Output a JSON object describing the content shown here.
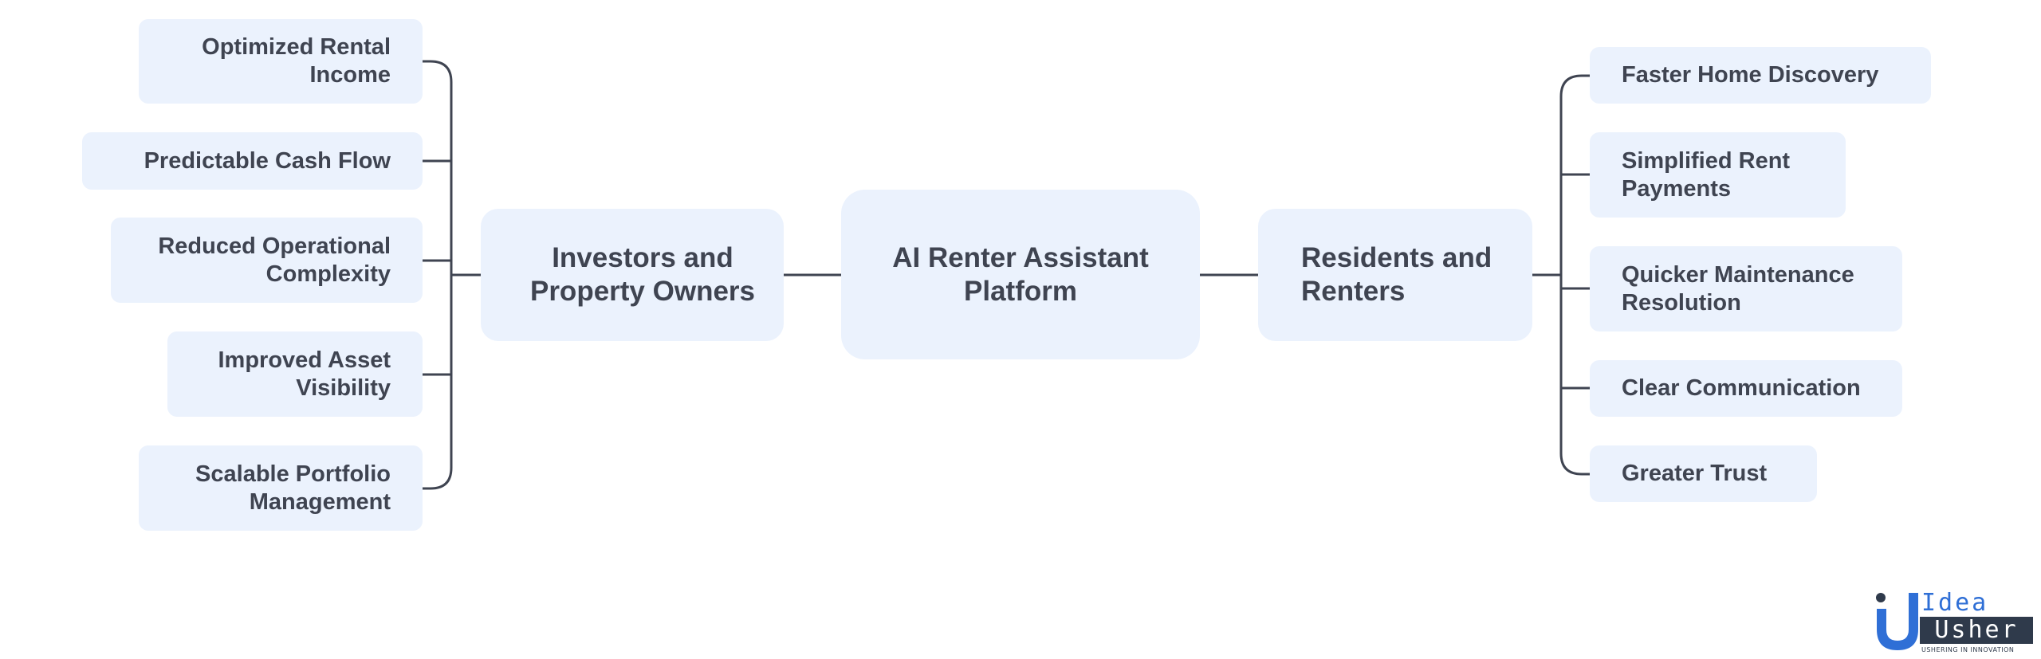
{
  "diagram": {
    "center": {
      "label": "AI Renter Assistant Platform"
    },
    "left_hub": {
      "label": "Investors and Property Owners"
    },
    "right_hub": {
      "label": "Residents and Renters"
    },
    "left_items": [
      {
        "label": "Optimized Rental Income"
      },
      {
        "label": "Predictable Cash Flow"
      },
      {
        "label": "Reduced Operational Complexity"
      },
      {
        "label": "Improved Asset Visibility"
      },
      {
        "label": "Scalable Portfolio Management"
      }
    ],
    "right_items": [
      {
        "label": "Faster Home Discovery"
      },
      {
        "label": "Simplified Rent Payments"
      },
      {
        "label": "Quicker Maintenance Resolution"
      },
      {
        "label": "Clear Communication"
      },
      {
        "label": "Greater Trust"
      }
    ]
  },
  "logo": {
    "word_top": "Idea",
    "word_bottom": "Usher",
    "tagline": "USHERING IN INNOVATION"
  },
  "colors": {
    "node_fill": "#ebf2fd",
    "text": "#3f4451",
    "connector": "#3f4451",
    "logo_blue": "#2f6fd6",
    "logo_dark": "#2f3a4b"
  }
}
